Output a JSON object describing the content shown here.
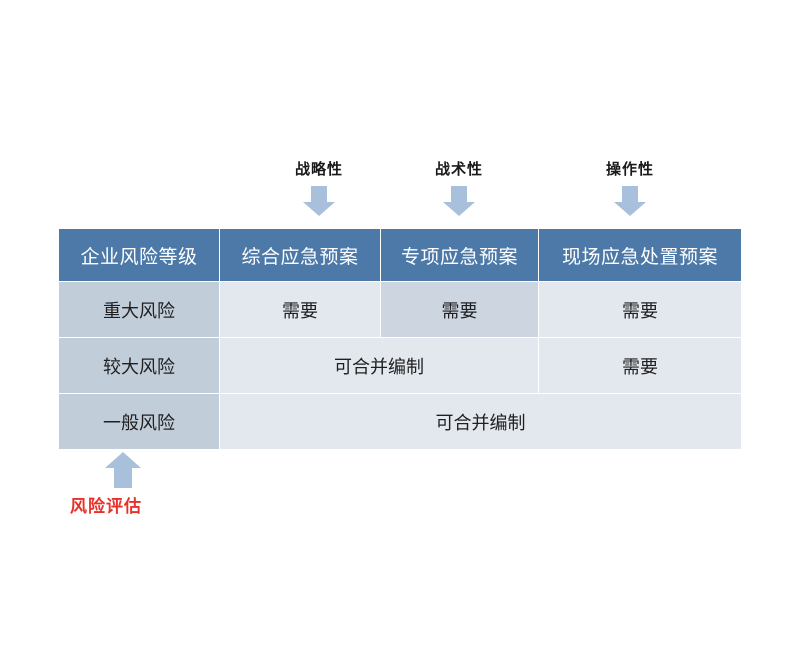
{
  "annotations": {
    "top": [
      {
        "label": "战略性",
        "icon": "arrow-down-icon",
        "target_column": "综合应急预案"
      },
      {
        "label": "战术性",
        "icon": "arrow-down-icon",
        "target_column": "专项应急预案"
      },
      {
        "label": "操作性",
        "icon": "arrow-down-icon",
        "target_column": "现场应急处置预案"
      }
    ],
    "bottom": {
      "label": "风险评估",
      "icon": "arrow-up-icon",
      "target_column": "企业风险等级",
      "color": "#e8312a"
    }
  },
  "table": {
    "headers": [
      "企业风险等级",
      "综合应急预案",
      "专项应急预案",
      "现场应急处置预案"
    ],
    "rows": [
      {
        "level": "重大风险",
        "cells": [
          {
            "text": "需要",
            "span": 1,
            "emphasis": false
          },
          {
            "text": "需要",
            "span": 1,
            "emphasis": true
          },
          {
            "text": "需要",
            "span": 1,
            "emphasis": false
          }
        ]
      },
      {
        "level": "较大风险",
        "cells": [
          {
            "text": "可合并编制",
            "span": 2,
            "emphasis": false
          },
          {
            "text": "需要",
            "span": 1,
            "emphasis": false
          }
        ]
      },
      {
        "level": "一般风险",
        "cells": [
          {
            "text": "可合并编制",
            "span": 3,
            "emphasis": false
          }
        ]
      }
    ]
  },
  "colors": {
    "header_background": "#4d79a8",
    "header_text": "#ffffff",
    "row_header_background": "#c2cdda",
    "cell_background": "#e3e8ef",
    "cell_emphasis_background": "#ccd5e0",
    "arrow": "#a8c0db",
    "accent_red": "#e8312a",
    "canvas": "#ffffff"
  }
}
